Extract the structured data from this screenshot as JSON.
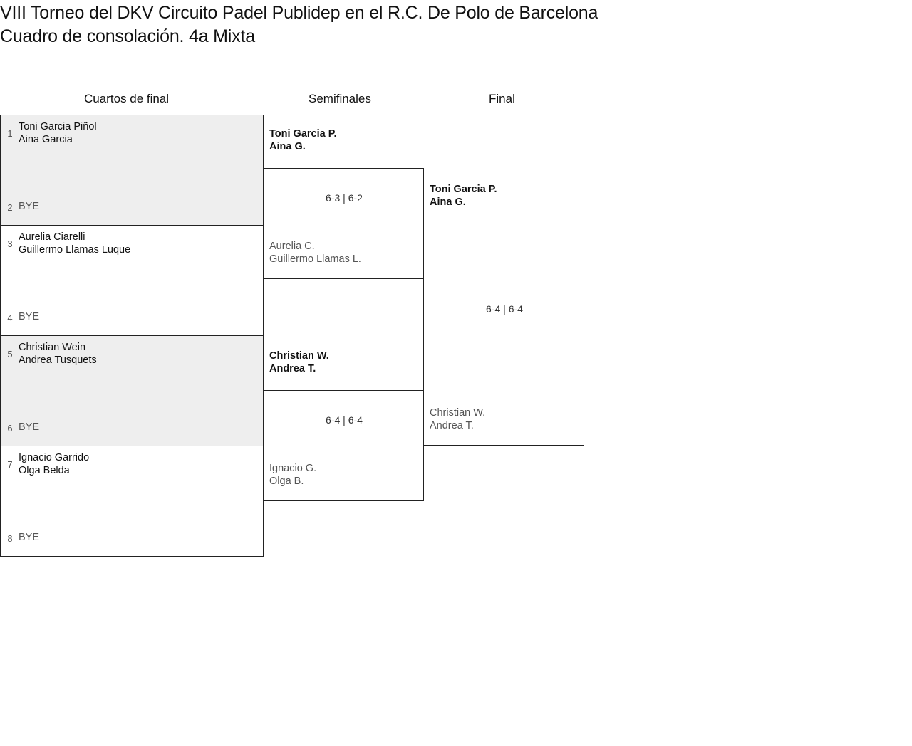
{
  "header": {
    "title": "VIII Torneo del DKV Circuito Padel Publidep en el R.C. De Polo de Barcelona",
    "subtitle": "Cuadro de consolación. 4a Mixta"
  },
  "rounds": {
    "quarterfinals_label": "Cuartos de final",
    "semifinals_label": "Semifinales",
    "final_label": "Final"
  },
  "bracket": {
    "quarterfinals": [
      {
        "top": {
          "seed": "1",
          "player1": "Toni Garcia Piñol",
          "player2": "Aina Garcia"
        },
        "bottom": {
          "seed": "2",
          "label": "BYE"
        }
      },
      {
        "top": {
          "seed": "3",
          "player1": "Aurelia Ciarelli",
          "player2": "Guillermo Llamas Luque"
        },
        "bottom": {
          "seed": "4",
          "label": "BYE"
        }
      },
      {
        "top": {
          "seed": "5",
          "player1": "Christian Wein",
          "player2": "Andrea Tusquets"
        },
        "bottom": {
          "seed": "6",
          "label": "BYE"
        }
      },
      {
        "top": {
          "seed": "7",
          "player1": "Ignacio Garrido",
          "player2": "Olga Belda"
        },
        "bottom": {
          "seed": "8",
          "label": "BYE"
        }
      }
    ],
    "semifinals": [
      {
        "winner": {
          "player1": "Toni Garcia P.",
          "player2": "Aina G."
        },
        "loser": {
          "player1": "Aurelia C.",
          "player2": "Guillermo Llamas L."
        },
        "score": "6-3 | 6-2"
      },
      {
        "winner": {
          "player1": "Christian W.",
          "player2": "Andrea T."
        },
        "loser": {
          "player1": "Ignacio G.",
          "player2": "Olga B."
        },
        "score": "6-4 | 6-4"
      }
    ],
    "final": {
      "winner": {
        "player1": "Toni Garcia P.",
        "player2": "Aina G."
      },
      "loser": {
        "player1": "Christian W.",
        "player2": "Andrea T."
      },
      "score": "6-4 | 6-4"
    }
  },
  "colors": {
    "shaded_row": "#eeeeee",
    "border": "#222222",
    "text_primary": "#111111",
    "text_muted": "#555555"
  }
}
